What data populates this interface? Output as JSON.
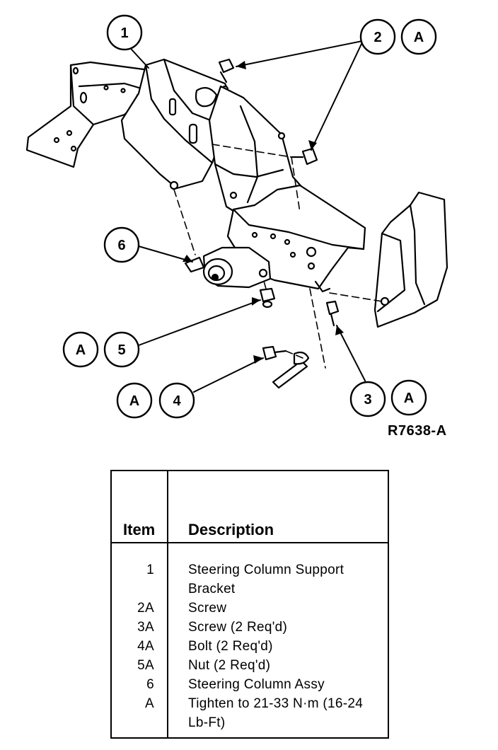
{
  "callouts": [
    {
      "id": "c1",
      "label": "1"
    },
    {
      "id": "c2",
      "label": "2"
    },
    {
      "id": "c2a",
      "label": "A"
    },
    {
      "id": "c6",
      "label": "6"
    },
    {
      "id": "c5a",
      "label": "A"
    },
    {
      "id": "c5",
      "label": "5"
    },
    {
      "id": "c4a",
      "label": "A"
    },
    {
      "id": "c4",
      "label": "4"
    },
    {
      "id": "c3",
      "label": "3"
    },
    {
      "id": "c3a",
      "label": "A"
    }
  ],
  "figure_code": "R7638-A",
  "legend": {
    "header_item": "Item",
    "header_description": "Description",
    "rows": [
      {
        "item": "1",
        "description": "Steering Column Support Bracket"
      },
      {
        "item": "2A",
        "description": "Screw"
      },
      {
        "item": "3A",
        "description": "Screw (2 Req'd)"
      },
      {
        "item": "4A",
        "description": "Bolt (2 Req'd)"
      },
      {
        "item": "5A",
        "description": "Nut (2 Req'd)"
      },
      {
        "item": "6",
        "description": "Steering Column Assy"
      },
      {
        "item": "A",
        "description": "Tighten to 21-33 N·m (16-24 Lb-Ft)"
      }
    ]
  }
}
